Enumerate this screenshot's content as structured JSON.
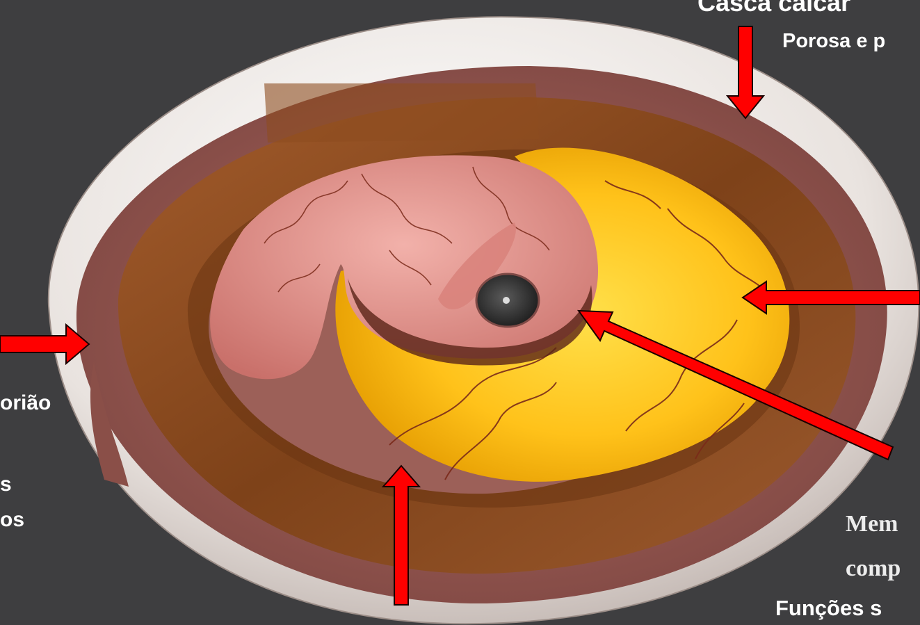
{
  "labels": {
    "casca_title": "Casca calcár",
    "casca_sub": "Porosa e p",
    "corio": "orião",
    "left_line2": "s",
    "left_line3": "os",
    "membrana": "Mem",
    "membrana_line2": "comp",
    "funcoes": "Funções s"
  },
  "colors": {
    "background": "#3e3e40",
    "arrow": "#ff0000",
    "arrow_outline": "#1a0000",
    "shell": "#e9e3df",
    "chorion": "#9a5f57",
    "albumen": "#8b4a22",
    "embryo": "#e59a94",
    "yolk": "#ffc21a",
    "vessel": "#7a2a1a",
    "eye": "#2c2c2c",
    "label_text": "#ffffff"
  }
}
